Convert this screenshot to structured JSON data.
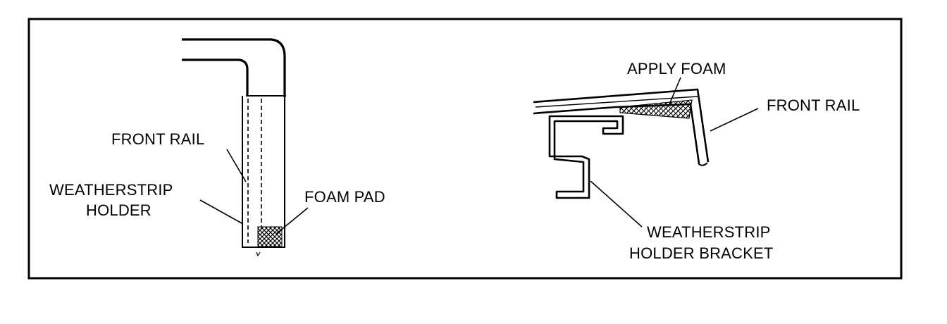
{
  "colors": {
    "ink": "#000000",
    "background": "#ffffff"
  },
  "labels": {
    "front_rail_left": "FRONT RAIL",
    "weatherstrip_holder_line1": "WEATHERSTRIP",
    "weatherstrip_holder_line2": "HOLDER",
    "foam_pad": "FOAM PAD",
    "apply_foam": "APPLY FOAM",
    "front_rail_right": "FRONT RAIL",
    "bracket_line1": "WEATHERSTRIP",
    "bracket_line2": "HOLDER BRACKET"
  }
}
